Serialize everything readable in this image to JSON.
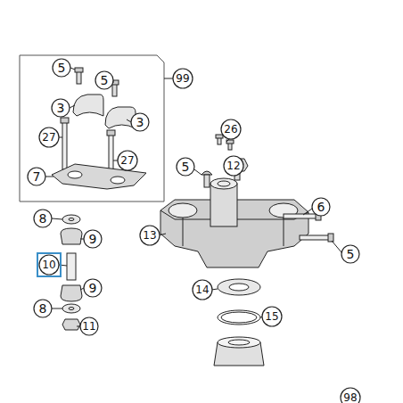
{
  "diagram": {
    "labels": [
      "5",
      "5",
      "99",
      "3",
      "3",
      "26",
      "27",
      "27",
      "7",
      "5",
      "12",
      "6",
      "8",
      "9",
      "13",
      "5",
      "10",
      "9",
      "14",
      "8",
      "11",
      "15",
      "98"
    ]
  }
}
